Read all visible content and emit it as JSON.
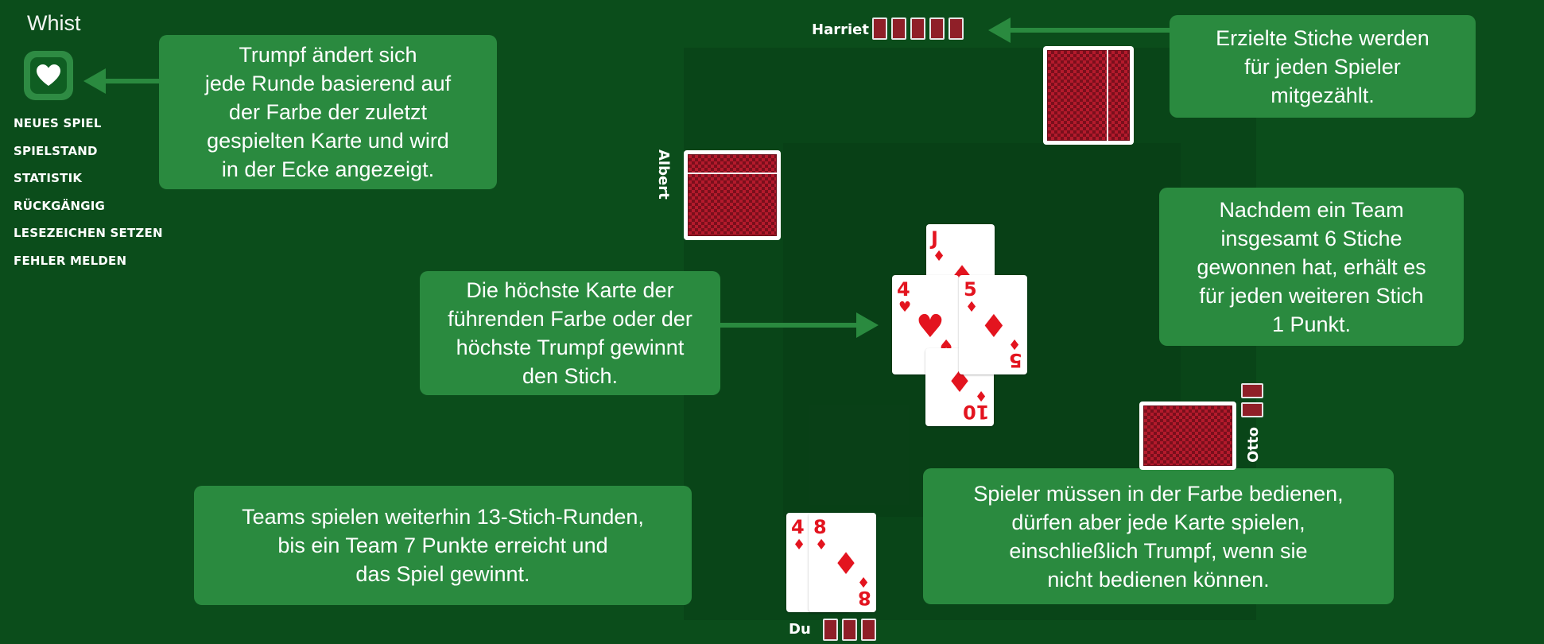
{
  "app": {
    "title": "Whist"
  },
  "trump_icon": "heart-icon",
  "menu": [
    {
      "id": "new-game",
      "label": "NEUES SPIEL"
    },
    {
      "id": "score",
      "label": "SPIELSTAND"
    },
    {
      "id": "stats",
      "label": "STATISTIK"
    },
    {
      "id": "undo",
      "label": "RÜCKGÄNGIG"
    },
    {
      "id": "bookmark",
      "label": "LESEZEICHEN SETZEN"
    },
    {
      "id": "report",
      "label": "FEHLER MELDEN"
    }
  ],
  "tips": {
    "trump": "Trumpf ändert sich\njede Runde basierend auf\nder Farbe der zuletzt\ngespielten Karte und wird\nin der Ecke angezeigt.",
    "tricks_counted": "Erzielte Stiche werden\nfür jeden Spieler\nmitgezählt.",
    "highest_card": "Die höchste Karte der\nführenden Farbe oder der\nhöchste Trumpf gewinnt\nden Stich.",
    "six_tricks": "Nachdem ein Team\ninsgesamt 6 Stiche\ngewonnen hat, erhält es\nfür jeden weiteren Stich\n1 Punkt.",
    "rounds": "Teams spielen weiterhin 13-Stich-Runden,\nbis ein Team 7 Punkte erreicht und\ndas Spiel gewinnt.",
    "follow_suit": "Spieler müssen in der Farbe bedienen,\ndürfen aber jede Karte spielen,\neinschließlich Trumpf, wenn sie\nnicht bedienen können."
  },
  "players": {
    "north": {
      "name": "Harriet",
      "tricks": 5
    },
    "west": {
      "name": "Albert"
    },
    "east": {
      "name": "Otto",
      "tricks": 2
    },
    "south": {
      "name": "Du",
      "tricks": 3
    }
  },
  "trick_cards": {
    "north": {
      "rank": "J",
      "suit": "♦"
    },
    "west": {
      "rank": "4",
      "suit": "♥"
    },
    "east": {
      "rank": "5",
      "suit": "♦"
    },
    "south": {
      "rank": "10",
      "suit": "♦"
    }
  },
  "hand": [
    {
      "rank": "4",
      "suit": "♦"
    },
    {
      "rank": "8",
      "suit": "♦"
    }
  ]
}
